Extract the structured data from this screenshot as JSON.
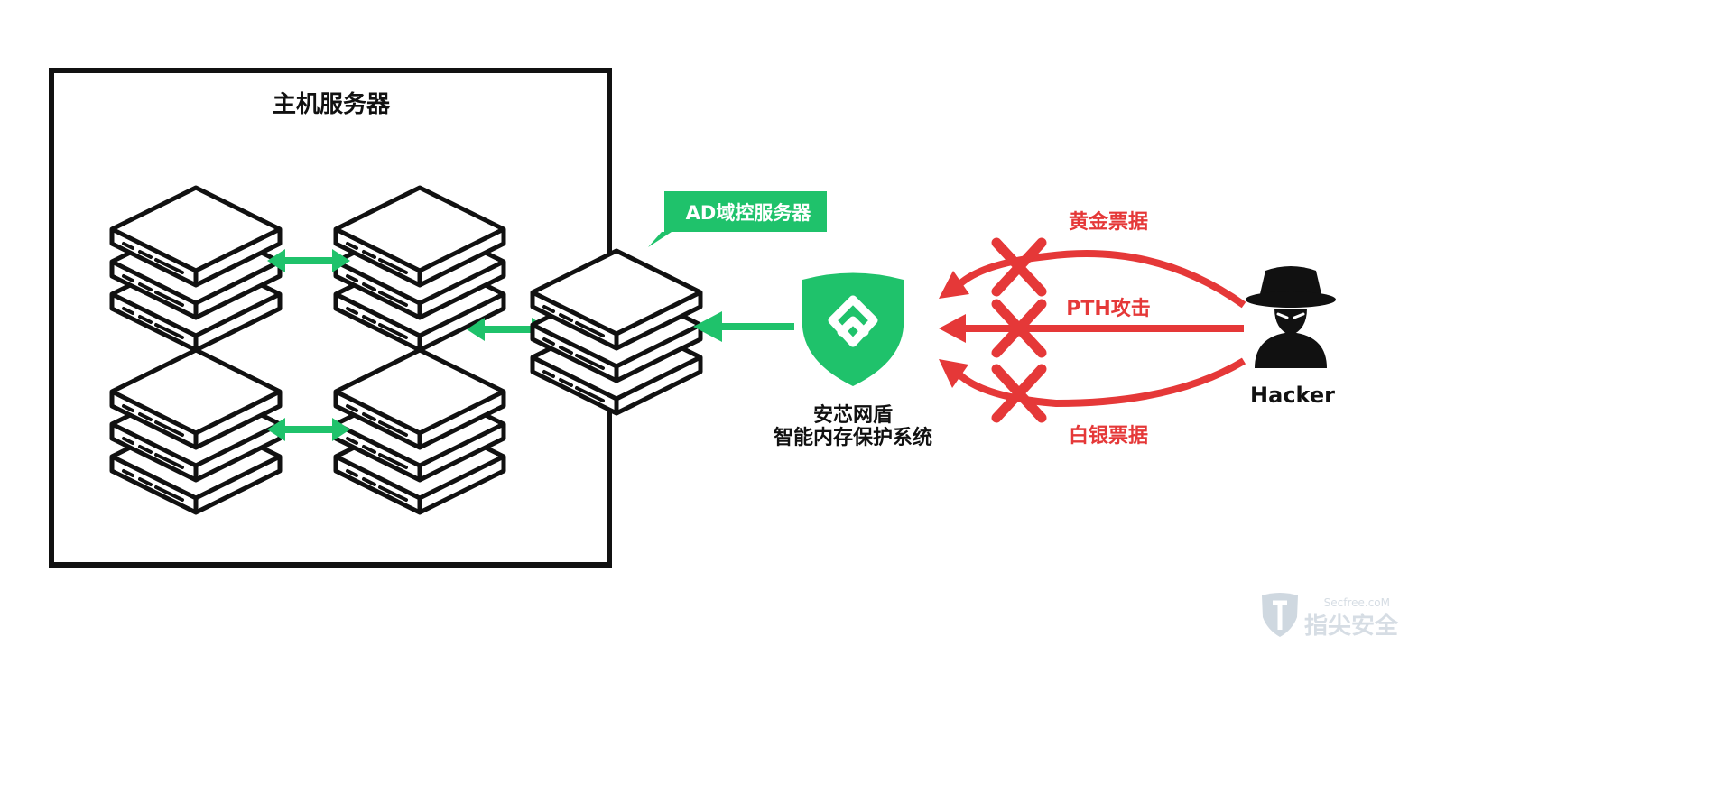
{
  "host_box": {
    "title": "主机服务器"
  },
  "ad_server": {
    "callout": "AD域控服务器"
  },
  "shield": {
    "line1": "安芯网盾",
    "line2": "智能内存保护系统"
  },
  "attacks": [
    {
      "label": "黄金票据",
      "blocked": true
    },
    {
      "label": "PTH攻击",
      "blocked": true
    },
    {
      "label": "白银票据",
      "blocked": true
    }
  ],
  "hacker": {
    "label": "Hacker"
  },
  "watermark": {
    "url": "Secfree.coM",
    "brand": "指尖安全"
  },
  "colors": {
    "green": "#1fc26b",
    "red": "#e53838",
    "outline": "#111111"
  }
}
